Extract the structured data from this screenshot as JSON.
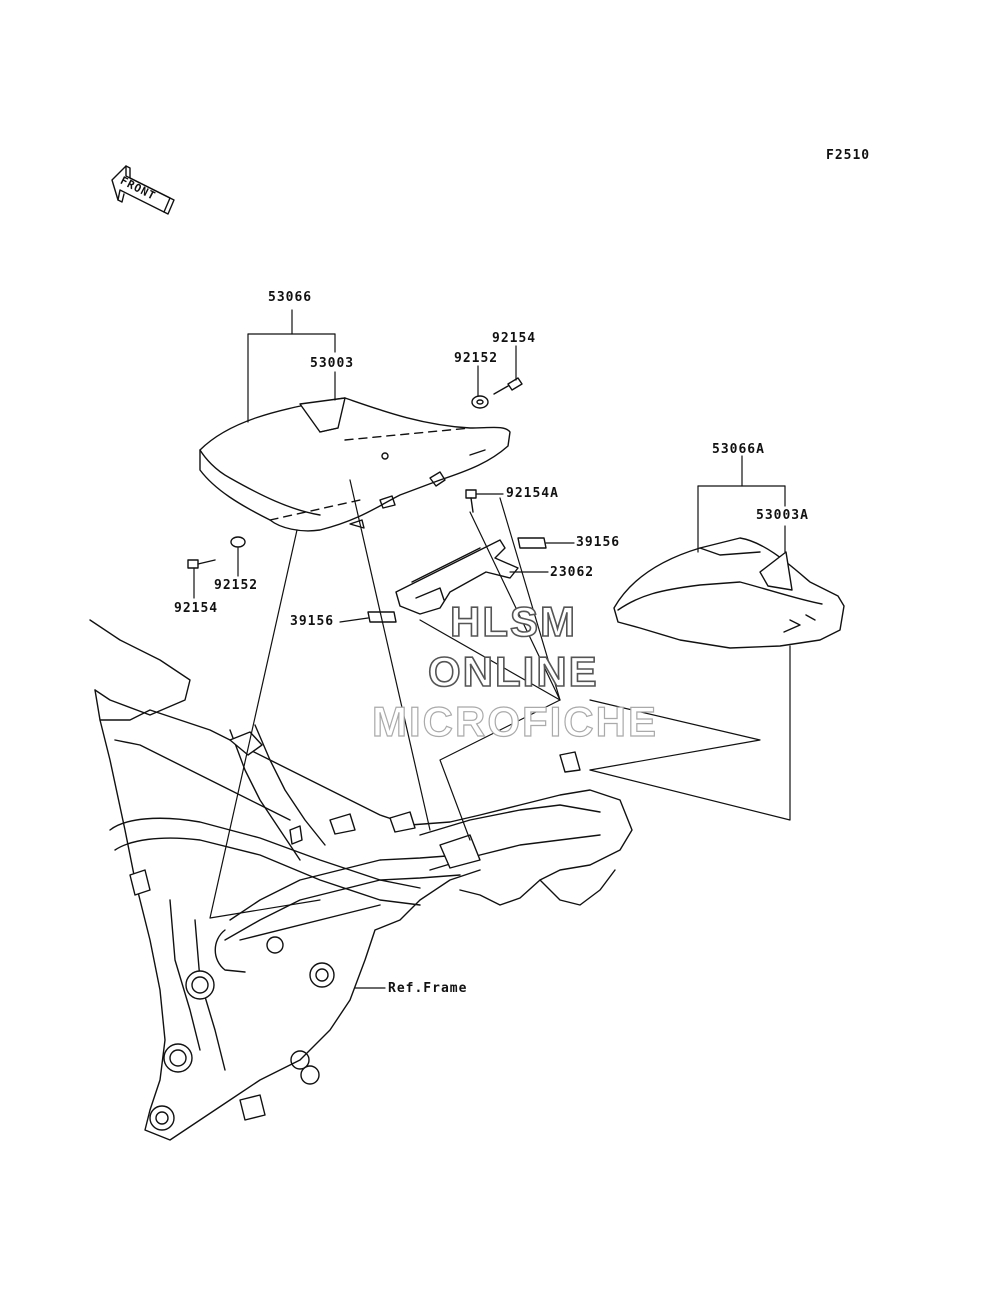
{
  "figure_code": "F2510",
  "front_arrow": {
    "label": "FRONT",
    "icon": "front-arrow-icon"
  },
  "parts": {
    "p53066": "53066",
    "p53003": "53003",
    "p92154_top": "92154",
    "p92152_top": "92152",
    "p92154A": "92154A",
    "p39156_right": "39156",
    "p23062": "23062",
    "p39156_left": "39156",
    "p92152_bottom": "92152",
    "p92154_bottom": "92154",
    "p53066A": "53066A",
    "p53003A": "53003A",
    "ref_frame": "Ref.Frame"
  },
  "watermark": {
    "line1": "HLSM",
    "line2": "ONLINE",
    "line3": "MICROFICHE"
  }
}
